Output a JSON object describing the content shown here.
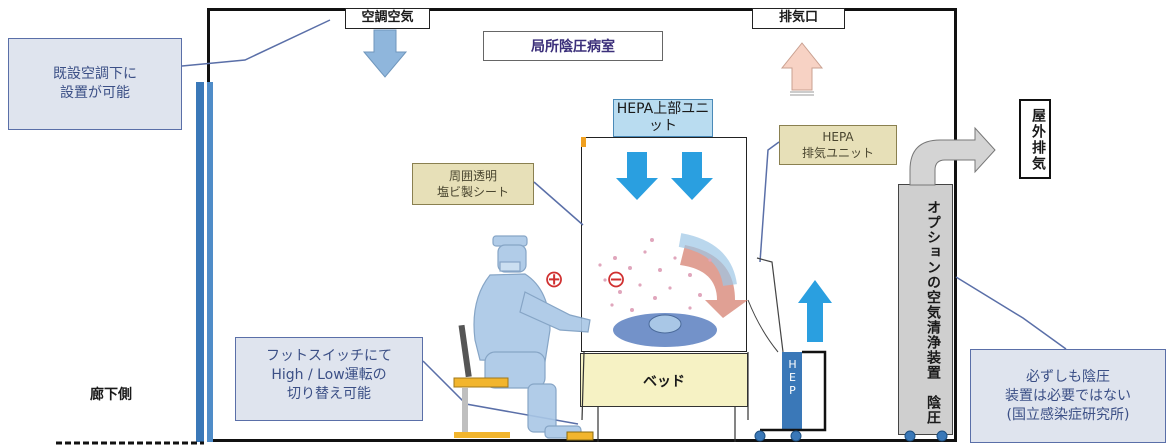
{
  "room_title": "局所陰圧病室",
  "air_supply_label": "空調空気",
  "exhaust_port_label": "排気口",
  "outdoor_exhaust_label": "屋外排気",
  "hepa_top_unit_label": "HEPA上部ユニット",
  "hepa_exhaust_unit_label": "HEPA\n排気ユニット",
  "sheet_label": "周囲透明\n塩ビ製シート",
  "existing_ac_label": "既設空調下に\n設置が可能",
  "foot_switch_label": "フットスイッチにて\nHigh / Low運転の\n切り替え可能",
  "air_cleaner_label": "オプションの空気清浄装置　陰圧",
  "not_required_label": "必ずしも陰圧\n装置は必要ではない\n(国立感染症研究所)",
  "bed_label": "ベッド",
  "corridor_label": "廊下側",
  "hep_label": "HEP",
  "plus_symbol": "⊕",
  "minus_symbol": "⊖",
  "colors": {
    "arrow_blue": "#2a9fe0",
    "arrow_light_blue": "#8fb6dc",
    "exhaust_arrow": "#f7d2c4",
    "callout_blue_bg": "#dfe4ee",
    "callout_tan_bg": "#e7e0b8",
    "bed_fill": "#f6f2c4",
    "wall_blue": "#3a78b8",
    "figure_blue": "#a9c7e6"
  }
}
